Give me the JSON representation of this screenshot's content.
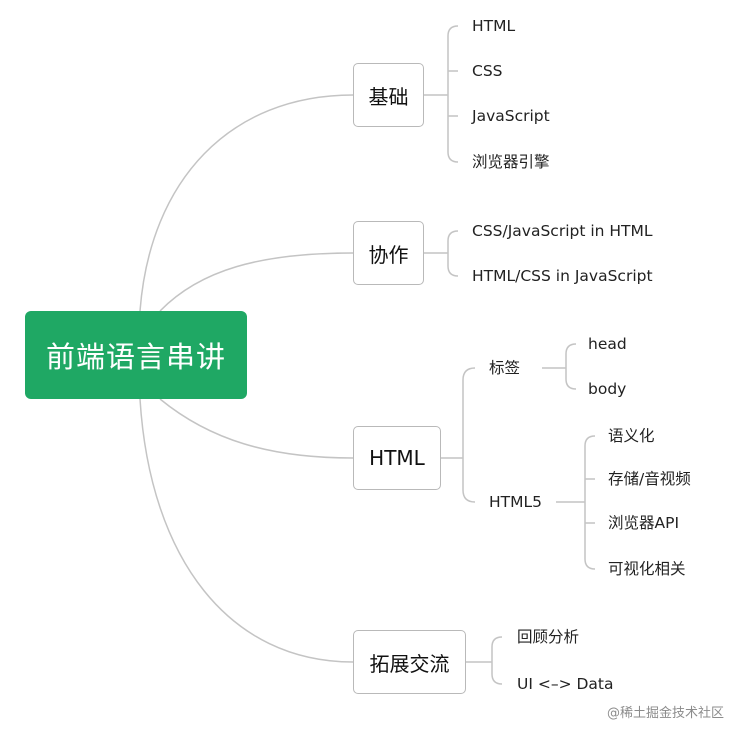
{
  "root": {
    "label": "前端语言串讲"
  },
  "branches": [
    {
      "label": "基础",
      "items": [
        "HTML",
        "CSS",
        "JavaScript",
        "浏览器引擎"
      ]
    },
    {
      "label": "协作",
      "items": [
        "CSS/JavaScript in HTML",
        "HTML/CSS in JavaScript"
      ]
    },
    {
      "label": "HTML",
      "children": [
        {
          "label": "标签",
          "items": [
            "head",
            "body"
          ]
        },
        {
          "label": "HTML5",
          "items": [
            "语义化",
            "存储/音视频",
            "浏览器API",
            "可视化相关"
          ]
        }
      ]
    },
    {
      "label": "拓展交流",
      "items": [
        "回顾分析",
        "UI <–> Data"
      ]
    }
  ],
  "watermark": "@稀土掘金技术社区",
  "colors": {
    "root": "#1fa864",
    "line": "#b9b9b9",
    "border": "#b9b9b9"
  }
}
